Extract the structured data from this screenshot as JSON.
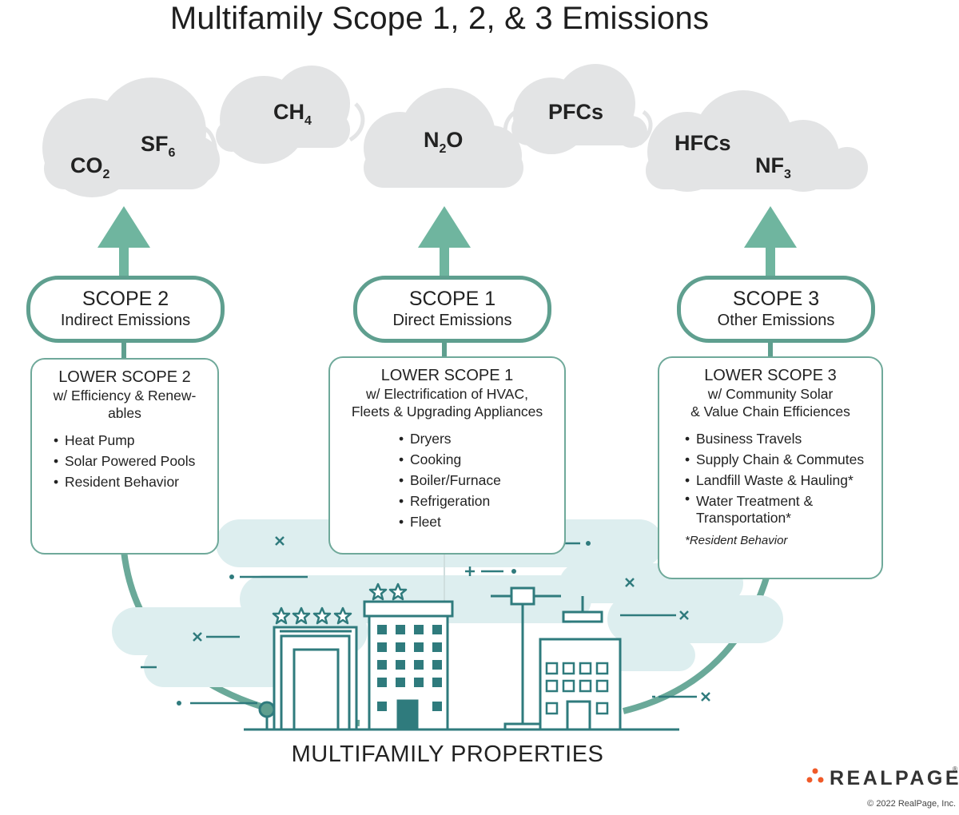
{
  "title": "Multifamily Scope 1, 2, & 3 Emissions",
  "gases": [
    {
      "base": "CO",
      "sub": "2"
    },
    {
      "base": "SF",
      "sub": "6"
    },
    {
      "base": "CH",
      "sub": "4"
    },
    {
      "base": "N",
      "sub": "2",
      "tail": "O"
    },
    {
      "base": "PFCs",
      "sub": ""
    },
    {
      "base": "HFCs",
      "sub": ""
    },
    {
      "base": "NF",
      "sub": "3"
    }
  ],
  "scopes": [
    {
      "scope": "SCOPE 2",
      "type": "Indirect Emissions",
      "lower_title": "LOWER SCOPE 2",
      "lower_desc": [
        "w/ Efficiency & Renew-",
        "ables"
      ],
      "items": [
        "Heat Pump",
        "Solar Powered Pools",
        "Resident Behavior"
      ],
      "note": ""
    },
    {
      "scope": "SCOPE 1",
      "type": "Direct Emissions",
      "lower_title": "LOWER SCOPE 1",
      "lower_desc": [
        "w/ Electrification of HVAC,",
        "Fleets & Upgrading Appliances"
      ],
      "items": [
        "Dryers",
        "Cooking",
        "Boiler/Furnace",
        "Refrigeration",
        "Fleet"
      ],
      "note": ""
    },
    {
      "scope": "SCOPE 3",
      "type": "Other Emissions",
      "lower_title": "LOWER SCOPE 3",
      "lower_desc": [
        "w/ Community Solar",
        "& Value Chain Efficiences"
      ],
      "items": [
        "Business Travels",
        "Supply Chain & Commutes",
        "Landfill Waste & Hauling*",
        "Water Treatment & Transportation*"
      ],
      "note": "*Resident Behavior"
    }
  ],
  "footer_title": "MULTIFAMILY PROPERTIES",
  "brand": "REALPAGE",
  "trademark": "®",
  "copyright": "© 2022 RealPage, Inc.",
  "colors": {
    "teal": "#5f9f8f",
    "teal_light": "#6fb59f",
    "dark_teal": "#2f7b7d",
    "cloud": "#e3e4e5",
    "haze": "#dcecee",
    "brand_orange": "#f05a28"
  }
}
